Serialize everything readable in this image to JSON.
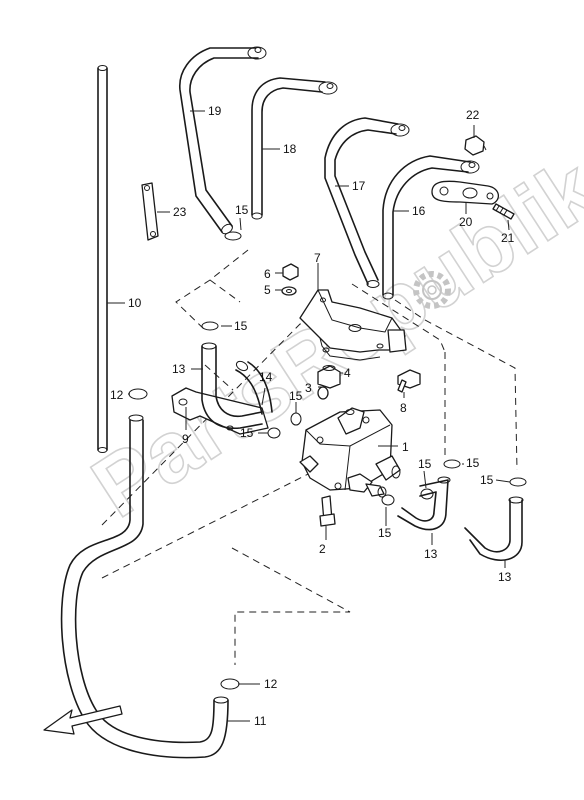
{
  "watermark": {
    "text": "PartsRepublik"
  },
  "parts": {
    "p1": "1",
    "p2": "2",
    "p3": "3",
    "p4": "4",
    "p5": "5",
    "p6": "6",
    "p7": "7",
    "p8": "8",
    "p9": "9",
    "p10": "10",
    "p11": "11",
    "p12a": "12",
    "p12b": "12",
    "p13a": "13",
    "p13b": "13",
    "p13c": "13",
    "p14": "14",
    "p15a": "15",
    "p15b": "15",
    "p15c": "15",
    "p15d": "15",
    "p15e": "15",
    "p15f": "15",
    "p15g": "15",
    "p15h": "15",
    "p16": "16",
    "p17": "17",
    "p18": "18",
    "p19": "19",
    "p20": "20",
    "p21": "21",
    "p22": "22",
    "p23": "23"
  }
}
